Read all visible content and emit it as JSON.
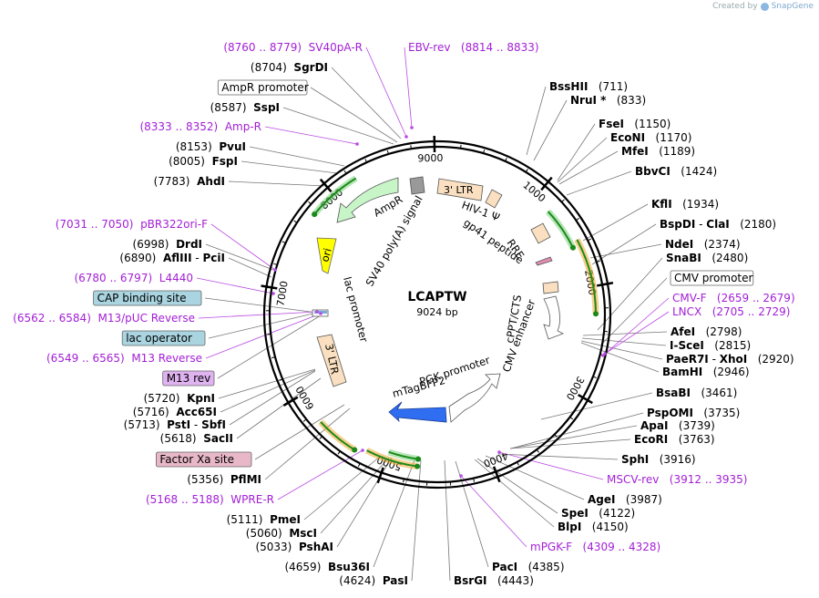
{
  "credit": {
    "prefix": "Created by",
    "brand": "SnapGene"
  },
  "plasmid": {
    "name": "LCAPTW",
    "size": "9024 bp"
  },
  "ticks": [
    "1000",
    "2000",
    "3000",
    "4000",
    "5000",
    "6000",
    "7000",
    "8000",
    "9000"
  ],
  "features": {
    "ltr5": "3' LTR",
    "ltr3": "3' LTR",
    "ori": "ori",
    "ampr": "AmpR",
    "psi": "HIV-1 Ψ",
    "rre": "RRE",
    "gp41": "gp41 peptide",
    "cppt": "cPPT/CTS",
    "cmv": "CMV enhancer",
    "pgk": "PGK promoter",
    "mtag": "mTagBFP2",
    "sv40": "SV40 poly(A) signal",
    "lacp": "lac promoter"
  },
  "labels": {
    "l01": {
      "pos": "(8760 .. 8779)",
      "name": "SV40pA-R"
    },
    "l02": {
      "name": "EBV-rev",
      "pos": "(8814 .. 8833)"
    },
    "l03": {
      "pos": "(8704)",
      "name": "SgrDI"
    },
    "l04": {
      "name": "AmpR promoter"
    },
    "l05": {
      "pos": "(8587)",
      "name": "SspI"
    },
    "l06": {
      "pos": "(8333 .. 8352)",
      "name": "Amp-R"
    },
    "l07": {
      "pos": "(8153)",
      "name": "PvuI"
    },
    "l08": {
      "pos": "(8005)",
      "name": "FspI"
    },
    "l09": {
      "pos": "(7783)",
      "name": "AhdI"
    },
    "l10": {
      "pos": "(7031 .. 7050)",
      "name": "pBR322ori-F"
    },
    "l11": {
      "pos": "(6998)",
      "name": "DrdI"
    },
    "l12": {
      "pos": "(6890)",
      "name": "AflIII",
      "name2": "PciI"
    },
    "l13": {
      "pos": "(6780 .. 6797)",
      "name": "L4440"
    },
    "l14": {
      "name": "CAP binding site"
    },
    "l15": {
      "pos": "(6562 .. 6584)",
      "name": "M13/pUC Reverse"
    },
    "l16": {
      "name": "lac operator"
    },
    "l17": {
      "pos": "(6549 .. 6565)",
      "name": "M13 Reverse"
    },
    "l18": {
      "name": "M13 rev"
    },
    "l19": {
      "pos": "(5720)",
      "name": "KpnI"
    },
    "l20": {
      "pos": "(5716)",
      "name": "Acc65I"
    },
    "l21": {
      "pos": "(5713)",
      "name": "PstI",
      "name2": "SbfI"
    },
    "l22": {
      "pos": "(5618)",
      "name": "SacII"
    },
    "l23": {
      "name": "Factor Xa site"
    },
    "l24": {
      "pos": "(5356)",
      "name": "PflMI"
    },
    "l25": {
      "pos": "(5168 .. 5188)",
      "name": "WPRE-R"
    },
    "l26": {
      "pos": "(5111)",
      "name": "PmeI"
    },
    "l27": {
      "pos": "(5060)",
      "name": "MscI"
    },
    "l28": {
      "pos": "(5033)",
      "name": "PshAI"
    },
    "l29": {
      "pos": "(4659)",
      "name": "Bsu36I"
    },
    "l30": {
      "pos": "(4624)",
      "name": "PasI"
    },
    "l31": {
      "name": "BsrGI",
      "pos": "(4443)"
    },
    "l32": {
      "name": "PacI",
      "pos": "(4385)"
    },
    "l33": {
      "name": "mPGK-F",
      "pos": "(4309 .. 4328)"
    },
    "l34": {
      "name": "BlpI",
      "pos": "(4150)"
    },
    "l35": {
      "name": "SpeI",
      "pos": "(4122)"
    },
    "l36": {
      "name": "AgeI",
      "pos": "(3987)"
    },
    "l37": {
      "name": "MSCV-rev",
      "pos": "(3912 .. 3935)"
    },
    "l38": {
      "name": "SphI",
      "pos": "(3916)"
    },
    "l39": {
      "name": "EcoRI",
      "pos": "(3763)"
    },
    "l40": {
      "name": "ApaI",
      "pos": "(3739)"
    },
    "l41": {
      "name": "PspOMI",
      "pos": "(3735)"
    },
    "l42": {
      "name": "BsaBI",
      "pos": "(3461)"
    },
    "l43": {
      "name": "BamHI",
      "pos": "(2946)"
    },
    "l44": {
      "name": "PaeR7I",
      "name2": "XhoI",
      "pos": "(2920)"
    },
    "l45": {
      "name": "I-SceI",
      "pos": "(2815)"
    },
    "l46": {
      "name": "AfeI",
      "pos": "(2798)"
    },
    "l47": {
      "name": "LNCX",
      "pos": "(2705 .. 2729)"
    },
    "l48": {
      "name": "CMV-F",
      "pos": "(2659 .. 2679)"
    },
    "l49": {
      "name": "CMV promoter"
    },
    "l50": {
      "name": "SnaBI",
      "pos": "(2480)"
    },
    "l51": {
      "name": "NdeI",
      "pos": "(2374)"
    },
    "l52": {
      "name": "BspDI",
      "name2": "ClaI",
      "pos": "(2180)"
    },
    "l53": {
      "name": "KflI",
      "pos": "(1934)"
    },
    "l54": {
      "name": "BbvCI",
      "pos": "(1424)"
    },
    "l55": {
      "name": "MfeI",
      "pos": "(1189)"
    },
    "l56": {
      "name": "EcoNI",
      "pos": "(1170)"
    },
    "l57": {
      "name": "FseI",
      "pos": "(1150)"
    },
    "l58": {
      "name": "NruI *",
      "pos": "(833)"
    },
    "l59": {
      "name": "BssHII",
      "pos": "(711)"
    }
  }
}
